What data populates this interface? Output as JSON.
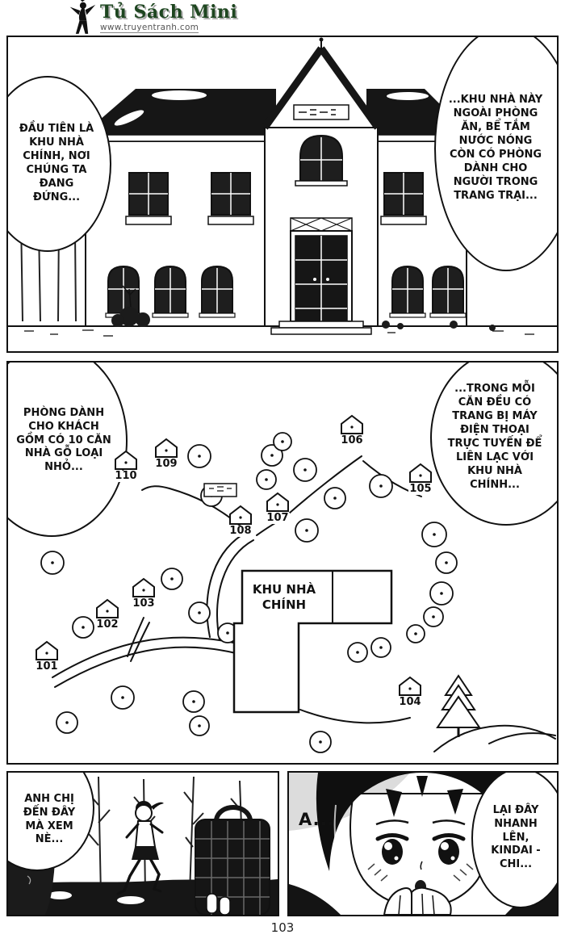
{
  "header": {
    "site_title": "Tủ Sách Mini",
    "site_url": "www.truyentranh.com",
    "title_color": "#1e4620"
  },
  "panels": {
    "house": {
      "bubble_left": "ĐẦU TIÊN LÀ KHU NHÀ CHÍNH, NƠI CHÚNG TA ĐANG ĐỨNG...",
      "bubble_right": "...KHU NHÀ NÀY NGOÀI PHÒNG ĂN, BỂ TẮM NƯỚC NÓNG CÒN CÓ PHÒNG DÀNH CHO NGƯỜI TRONG TRANG TRẠI..."
    },
    "map": {
      "bubble_left": "PHÒNG DÀNH CHO KHÁCH GỒM CÓ 10 CĂN NHÀ GỖ LOẠI NHỎ...",
      "bubble_right": "...TRONG MỖI CĂN ĐỀU CÓ TRANG BỊ MÁY ĐIỆN THOẠI TRỰC TUYẾN ĐỂ LIÊN LẠC VỚI KHU NHÀ CHÍNH...",
      "main_house_label": "KHU NHÀ CHÍNH",
      "cabins": [
        "101",
        "102",
        "103",
        "104",
        "105",
        "106",
        "107",
        "108",
        "109",
        "110"
      ]
    },
    "running": {
      "bubble": "ANH CHỊ ĐẾN ĐÂY MÀ XEM NÈ..."
    },
    "closeup": {
      "exclamation": "A...",
      "bubble": "LẠI ĐÂY NHANH LÊN, KINDAI -CHI..."
    }
  },
  "footer": {
    "page_number": "103"
  }
}
